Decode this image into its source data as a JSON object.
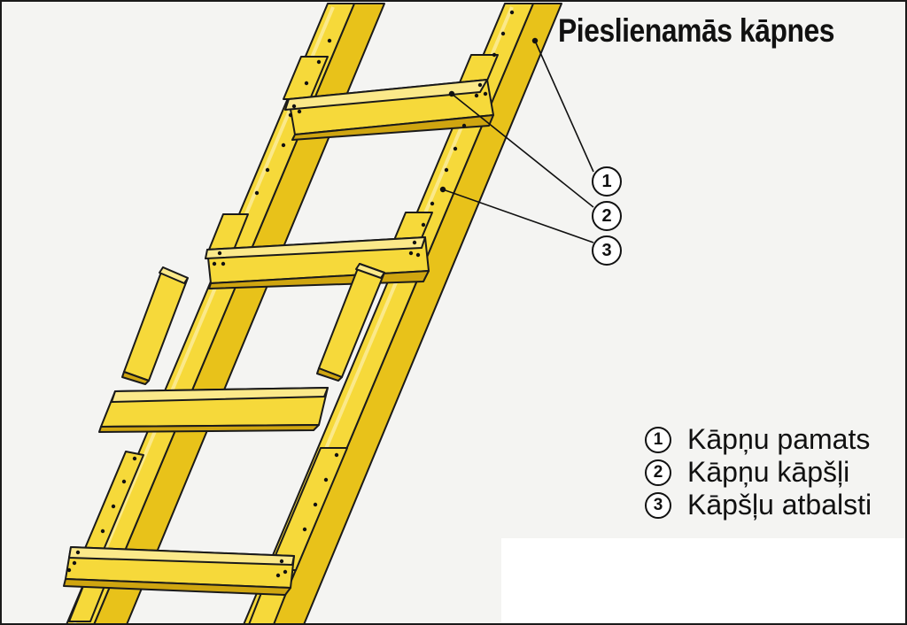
{
  "title": "Pieslienamās kāpnes",
  "colors": {
    "wood_face": "#f6d93a",
    "wood_light": "#fbe98a",
    "wood_side": "#e8c21a",
    "wood_dark": "#cfa510",
    "outline": "#1a1a1a",
    "background": "#f4f4f2"
  },
  "callouts": [
    {
      "num": "1",
      "label": "Kāpņu pamats"
    },
    {
      "num": "2",
      "label": "Kāpņu kāpšļi"
    },
    {
      "num": "3",
      "label": "Kāpšļu atbalsti"
    }
  ]
}
